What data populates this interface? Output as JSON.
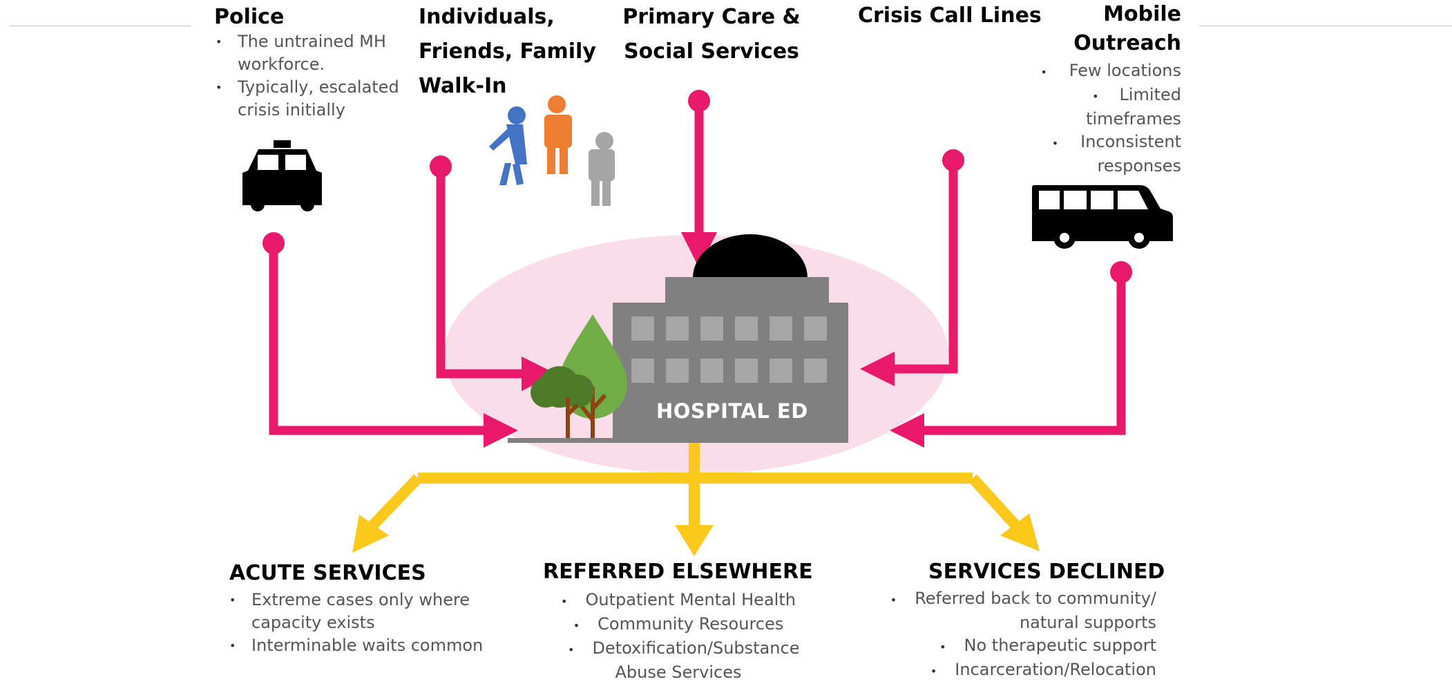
{
  "sources": {
    "police": {
      "title": "Police",
      "bullets": [
        "The untrained MH workforce.",
        "Typically, escalated crisis initially"
      ]
    },
    "individuals": {
      "title_lines": [
        "Individuals,",
        "Friends, Family",
        "Walk-In"
      ]
    },
    "primary_care": {
      "title_lines": [
        "Primary Care &",
        "Social Services"
      ]
    },
    "crisis_lines": {
      "title": "Crisis Call Lines"
    },
    "mobile": {
      "title_lines": [
        "Mobile",
        "Outreach"
      ],
      "bullets": [
        "Few locations",
        "Limited timeframes",
        "Inconsistent responses"
      ]
    }
  },
  "hub": {
    "label": "HOSPITAL ED"
  },
  "outcomes": {
    "acute": {
      "title": "ACUTE SERVICES",
      "bullets": [
        "Extreme cases only where capacity exists",
        "Interminable waits common"
      ]
    },
    "referred": {
      "title": "REFERRED ELSEWHERE",
      "bullets": [
        "Outpatient Mental Health",
        "Community Resources",
        "Detoxification/Substance Abuse Services"
      ]
    },
    "declined": {
      "title": "SERVICES DECLINED",
      "bullets": [
        "Referred back to community/ natural supports",
        "No therapeutic support",
        "Incarceration/Relocation"
      ]
    }
  },
  "bullet_char": "•",
  "colors": {
    "inflow_arrow": "#e8196b",
    "outflow_arrow": "#fbc91c",
    "hub_halo": "#f9dde8",
    "building": "#808080",
    "window": "#a6a6a6",
    "dome": "#000000",
    "tree_light": "#70ad47",
    "tree_dark": "#4e7a2a",
    "trunk": "#8b4513",
    "person_blue": "#4472c4",
    "person_orange": "#ed7d31",
    "person_gray": "#a5a5a5"
  },
  "icons": {
    "police": "police-car-icon",
    "individuals": "walking-people-icon",
    "mobile": "van-icon",
    "hub": "hospital-building-icon",
    "tree": "tree-icon"
  }
}
